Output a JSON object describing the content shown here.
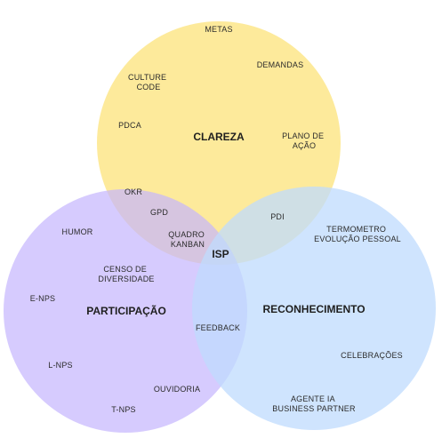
{
  "diagram": {
    "center_label": "ISP",
    "sets": [
      {
        "id": "clareza",
        "title": "CLAREZA",
        "color": "#fde68a"
      },
      {
        "id": "participacao",
        "title": "PARTICIPAÇÃO",
        "color": "#c4b5fd"
      },
      {
        "id": "reconhecimento",
        "title": "RECONHECIMENTO",
        "color": "#bfdbfe"
      }
    ],
    "items": {
      "metas": "METAS",
      "demandas": "DEMANDAS",
      "culture_code": [
        "CULTURE",
        "CODE"
      ],
      "pdca": "PDCA",
      "plano_de_acao": [
        "PLANO DE",
        "AÇÃO"
      ],
      "okr": "OKR",
      "gpd": "GPD",
      "quadro_kanban": [
        "QUADRO",
        "KANBAN"
      ],
      "pdi": "PDI",
      "termometro": [
        "TERMOMETRO",
        "EVOLUÇÃO PESSOAL"
      ],
      "humor": "HUMOR",
      "censo_de_diversidade": [
        "CENSO DE",
        "DIVERSIDADE"
      ],
      "e_nps": "E-NPS",
      "feedback": "FEEDBACK",
      "l_nps": "L-NPS",
      "ouvidoria": "OUVIDORIA",
      "t_nps": "T-NPS",
      "celebracoes": "CELEBRAÇÕES",
      "agente_ia": [
        "AGENTE IA",
        "BUSINESS PARTNER"
      ]
    }
  }
}
